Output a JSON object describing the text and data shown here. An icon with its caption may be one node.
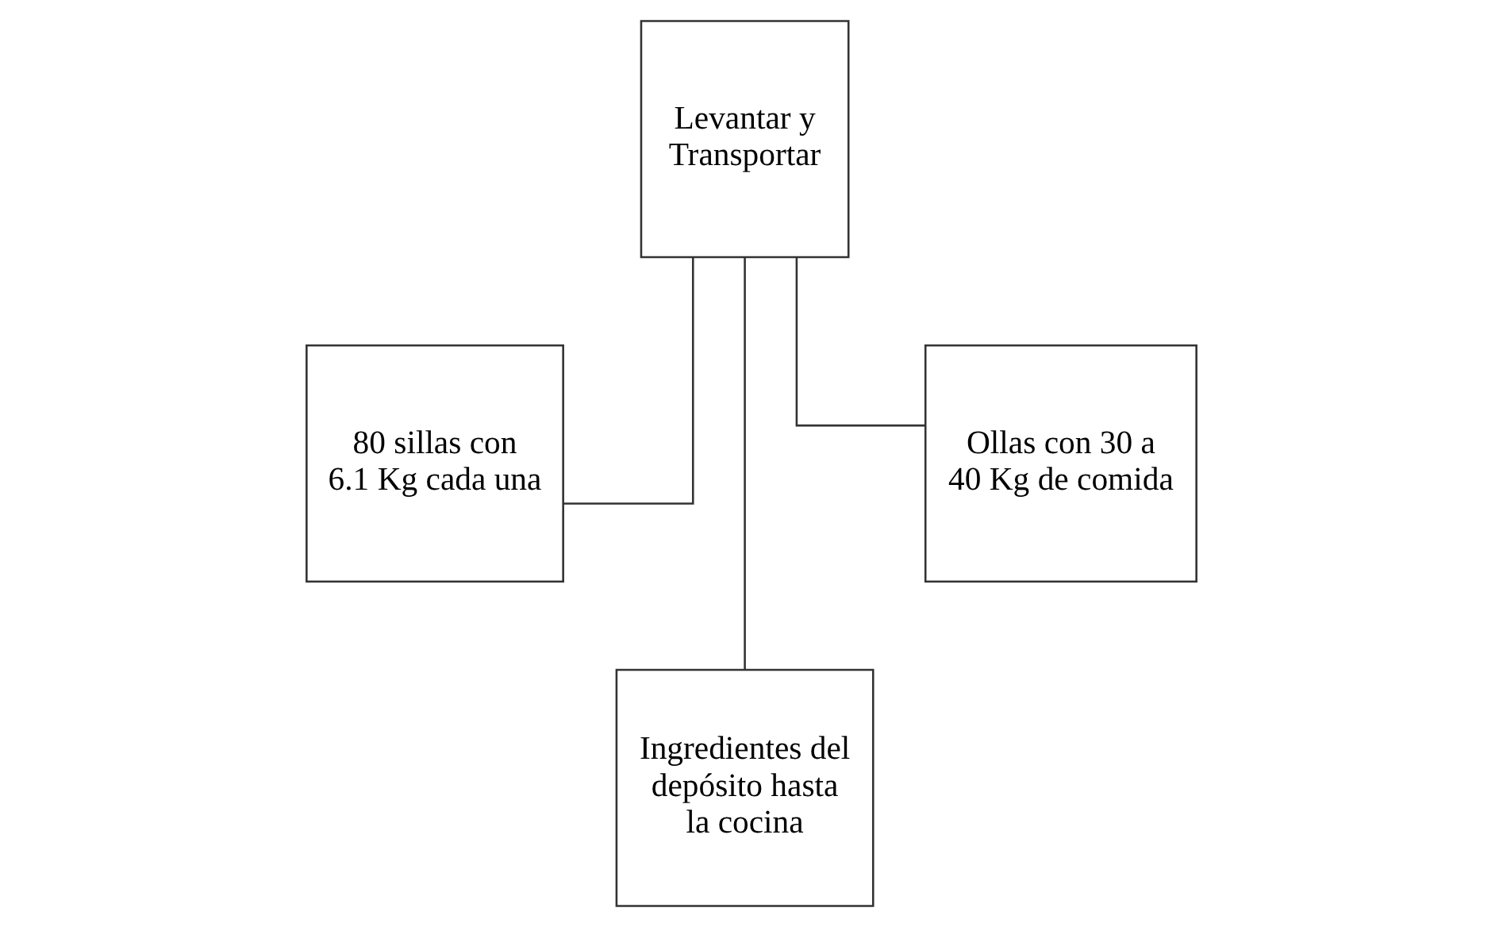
{
  "diagram": {
    "nodes": [
      {
        "text": [
          "Levantar y Transportar"
        ]
      },
      {
        "text": [
          "80 sillas con 6.1 Kg cada una"
        ]
      },
      {
        "text": [
          "Ingredientes del depósito hasta la cocina"
        ]
      },
      {
        "text": [
          "Ollas con 30 a 40 Kg de comida"
        ]
      }
    ],
    "edges": [
      {
        "from": 0,
        "to": 1,
        "arrow": "none"
      },
      {
        "from": 0,
        "to": 2,
        "arrow": "none"
      },
      {
        "from": 0,
        "to": 3,
        "arrow": "none"
      }
    ]
  }
}
